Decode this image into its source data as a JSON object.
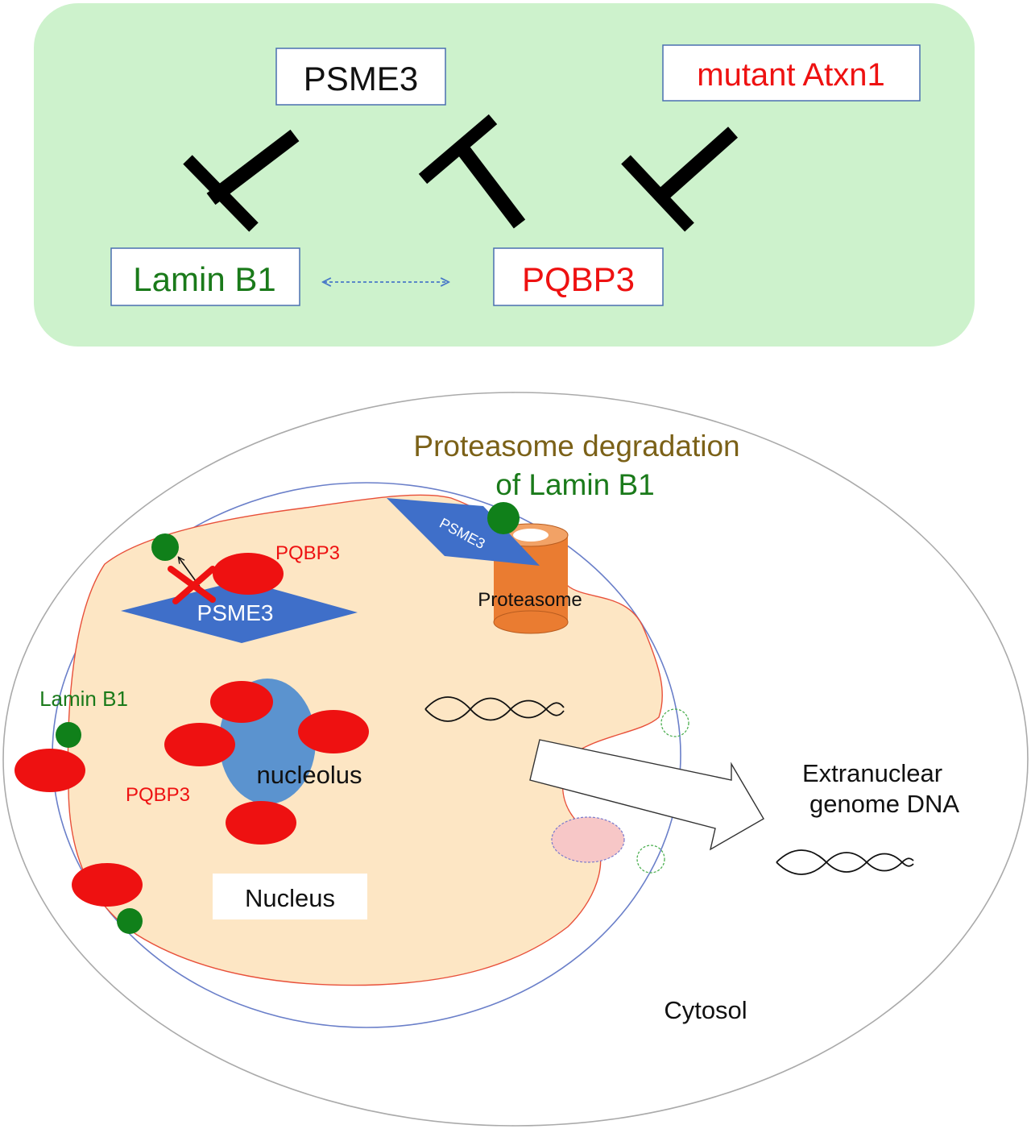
{
  "colors": {
    "panel_bg": "#cdf2cc",
    "lamin_green": "#1a7a1a",
    "pqbp3_red": "#ee1111",
    "psme3_blue": "#3f6fc9",
    "nucleolus_blue": "#5b93cf",
    "nucleus_fill": "#fde6c4",
    "nucleus_outline": "#e8503a",
    "envelope_blue": "#6a7fc9",
    "proteasome_orange": "#ea7c31",
    "title_brown": "#7b6118",
    "arrow_dashed": "#4a79c8"
  },
  "pathway": {
    "psme3": "PSME3",
    "mutant_atxn1": "mutant Atxn1",
    "lamin_b1": "Lamin B1",
    "pqbp3": "PQBP3"
  },
  "cell": {
    "title_line1": "Proteasome degradation",
    "title_line2": "of Lamin B1",
    "psme3_small": "PSME3",
    "proteasome": "Proteasome",
    "pqbp3_top": "PQBP3",
    "psme3_big": "PSME3",
    "lamin_b1": "Lamin B1",
    "pqbp3_left": "PQBP3",
    "nucleolus": "nucleolus",
    "nucleus": "Nucleus",
    "extranuclear_line1": "Extranuclear",
    "extranuclear_line2": "genome DNA",
    "cytosol": "Cytosol"
  },
  "icons": {
    "inhibition": "t-bar-inhibition-icon",
    "interaction": "bidirectional-dashed-arrow-icon",
    "blocked": "red-x-icon",
    "dna": "dna-helix-icon",
    "export": "block-arrow-icon"
  }
}
